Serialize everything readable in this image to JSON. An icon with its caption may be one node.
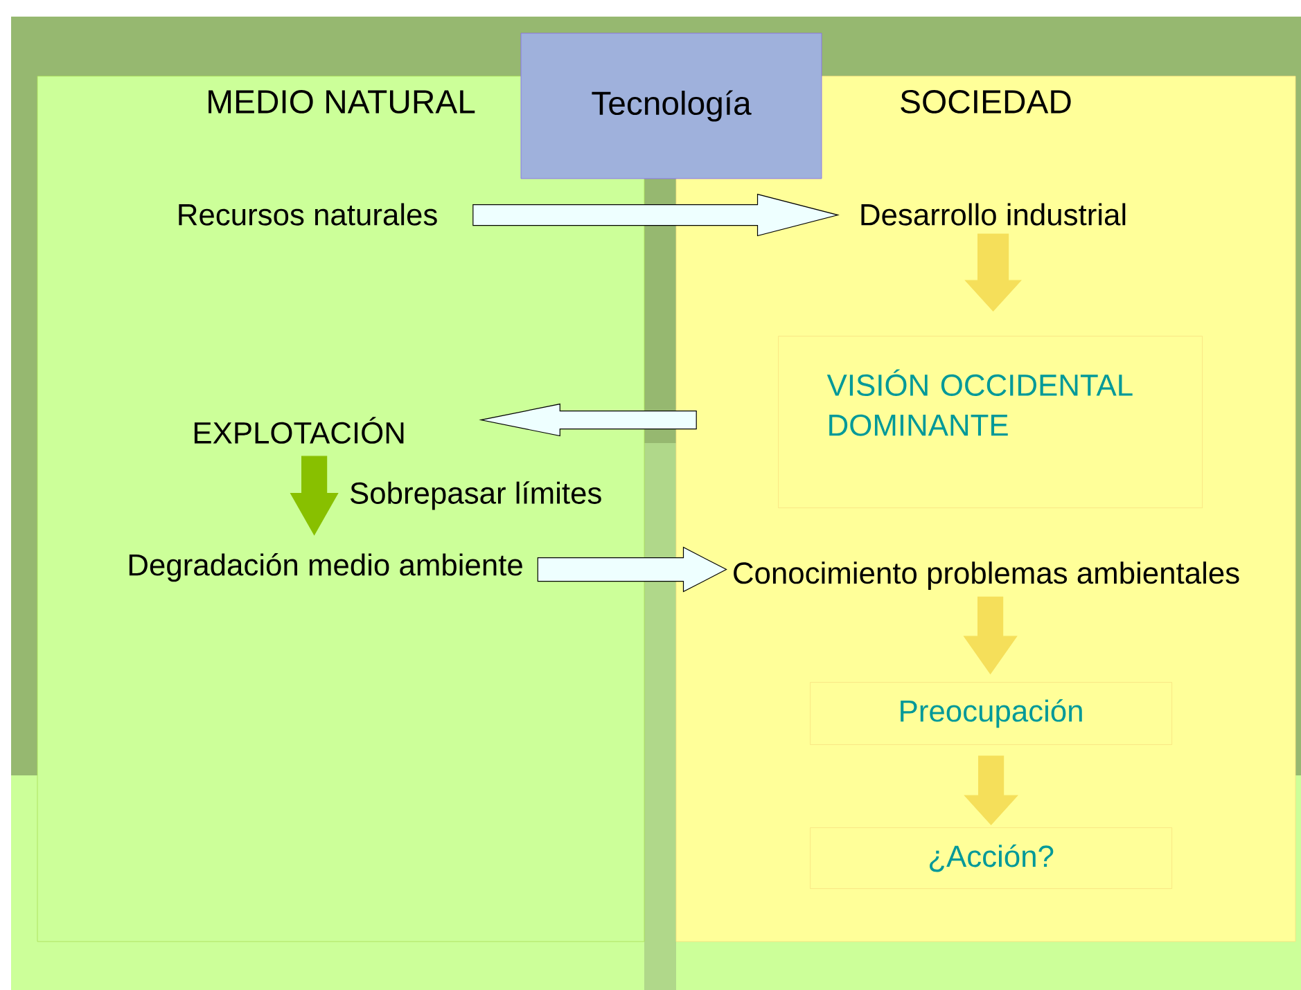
{
  "diagram": {
    "nodes": [
      {
        "text": [
          "MEDIO NATURAL"
        ]
      },
      {
        "text": [
          "SOCIEDAD"
        ]
      },
      {
        "text": [
          "Tecnología"
        ]
      },
      {
        "text": [
          "Recursos naturales"
        ],
        "in": 0
      },
      {
        "text": [
          "Desarrollo industrial"
        ],
        "in": 1
      },
      {
        "text": [
          "VISIÓN OCCIDENTAL DOMINANTE"
        ],
        "in": 1
      },
      {
        "text": [
          "EXPLOTACIÓN"
        ],
        "in": 0
      },
      {
        "text": [
          "Degradación medio ambiente"
        ],
        "in": 0
      },
      {
        "text": [
          "Conocimiento problemas ambientales"
        ],
        "in": 1
      },
      {
        "text": [
          "Preocupación"
        ],
        "in": 1
      },
      {
        "text": [
          "¿Acción?"
        ],
        "in": 1
      }
    ],
    "edges": [
      {
        "from": 3,
        "to": 4,
        "arrow": "to",
        "color": "#eeffff"
      },
      {
        "from": 4,
        "to": 5,
        "arrow": "to",
        "color": "#f5df5a"
      },
      {
        "from": 5,
        "to": 6,
        "arrow": "to",
        "color": "#eeffff"
      },
      {
        "from": 6,
        "to": 7,
        "arrow": "to",
        "label": "Sobrepasar límites",
        "color": "#88c000"
      },
      {
        "from": 7,
        "to": 8,
        "arrow": "to",
        "color": "#eeffff"
      },
      {
        "from": 8,
        "to": 9,
        "arrow": "to",
        "color": "#f5df5a"
      },
      {
        "from": 9,
        "to": 10,
        "arrow": "to",
        "color": "#f5df5a"
      }
    ]
  }
}
